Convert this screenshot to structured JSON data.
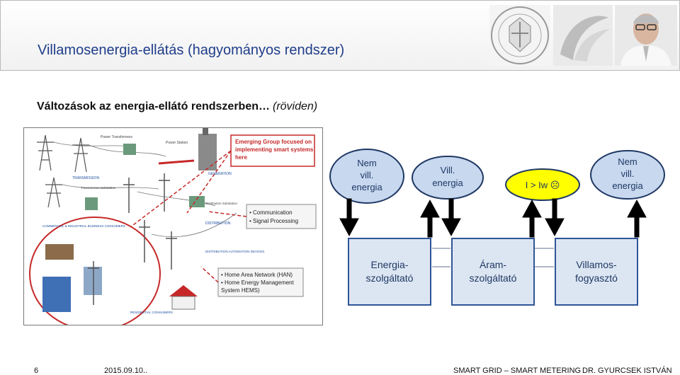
{
  "header": {
    "title": "Villamosenergia-ellátás (hagyományos rendszer)"
  },
  "subtitle": {
    "bold": "Változások az energia-ellátó rendszerben…",
    "italic": "(röviden)"
  },
  "diagram": {
    "callout_top": [
      "Emerging Group focused on",
      "implementing smart systems",
      "here"
    ],
    "comm_items": [
      "• Communication",
      "• Signal Processing"
    ],
    "han_items": [
      "• Home Area Network (HAN)",
      "• Home Energy Management",
      "  System HEMS)"
    ],
    "labels": {
      "power_station": "Power Station",
      "power_transformers": "Power Transformers",
      "generation": "GENERATION",
      "transmission": "TRANSMISSION",
      "transmission_substation": "Transmission Substation",
      "distribution_substation": "Distribution Substation",
      "distribution": "DISTRIBUTION",
      "commercial": "COMMERCIAL & INDUSTRIAL BUSINESS CONSUMERS",
      "automation": "DISTRIBUTION AUTOMATION DEVICES",
      "residential": "RESIDENTIAL CONSUMERS"
    }
  },
  "flow": {
    "bubbles": {
      "left": [
        "Nem",
        "vill.",
        "energia"
      ],
      "mid": [
        "Vill.",
        "energia"
      ],
      "warn": "I > Iw ☹",
      "right": [
        "Nem",
        "vill.",
        "energia"
      ]
    },
    "boxes": {
      "b1": [
        "Energia-",
        "szolgáltató"
      ],
      "b2": [
        "Áram-",
        "szolgáltató"
      ],
      "b3": [
        "Villamos-",
        "fogyasztó"
      ]
    }
  },
  "footer": {
    "page": "6",
    "date": "2015.09.10..",
    "smart": "SMART GRID – SMART METERING",
    "author": "DR. GYURCSEK ISTVÁN"
  },
  "colors": {
    "title": "#1f3d8a",
    "bubble_fill": "#c7d8ef",
    "bubble_stroke": "#1f3864",
    "warn_fill": "#ffff00",
    "box_fill": "#dce6f2",
    "box_stroke": "#2f5597",
    "arrow": "#000000"
  }
}
